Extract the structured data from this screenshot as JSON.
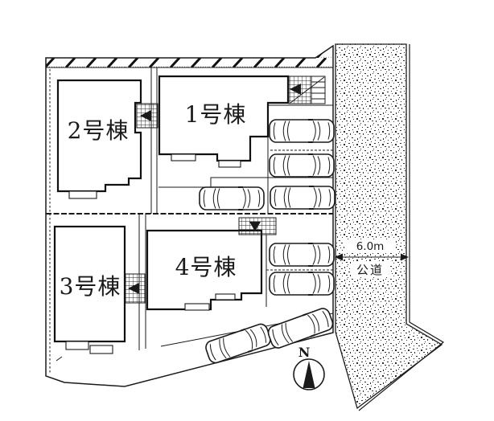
{
  "plan": {
    "title_hint": "housing site layout drawing",
    "buildings": [
      {
        "label": "1号棟"
      },
      {
        "label": "2号棟"
      },
      {
        "label": "3号棟"
      },
      {
        "label": "4号棟"
      }
    ],
    "road": {
      "width": "6.0m",
      "name": "公道"
    },
    "compass": {
      "north": "N"
    },
    "parking": {
      "visible_cars": 8
    },
    "icons": {
      "car": "car-top-view-outline",
      "north_arrow": "filled-compass-needle",
      "entrance": "hatched-approach-with-arrow"
    },
    "colors": {
      "line": "#1a1a1a",
      "background": "#ffffff",
      "stipple_dot": "#2f2f2f"
    }
  }
}
